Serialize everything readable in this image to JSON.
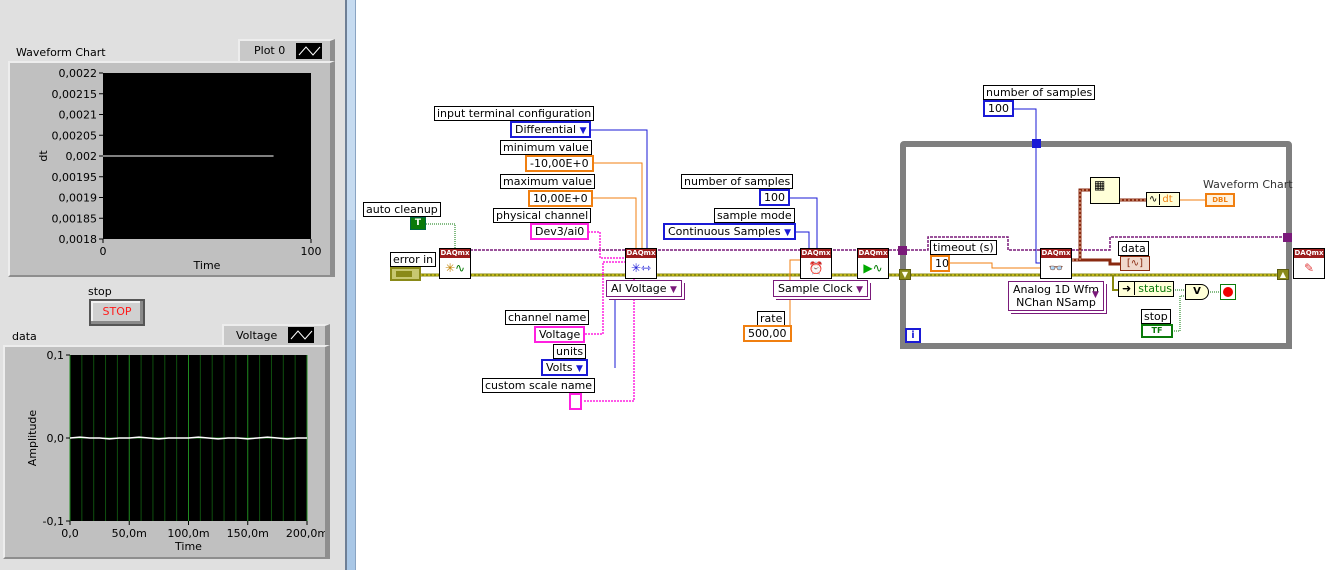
{
  "front_panel": {
    "waveform_chart": {
      "label": "Waveform Chart",
      "legend_label": "Plot 0",
      "chart_data": {
        "type": "line",
        "title": "Waveform Chart",
        "xlabel": "Time",
        "ylabel": "dt",
        "xlim": [
          0,
          100
        ],
        "ylim": [
          0.0018,
          0.0022
        ],
        "x_ticks": [
          "0",
          "100"
        ],
        "y_ticks": [
          "0,0022",
          "0,00215",
          "0,0021",
          "0,00205",
          "0,002",
          "0,00195",
          "0,0019",
          "0,00185",
          "0,0018"
        ],
        "series": [
          {
            "name": "Plot 0",
            "x": [
              0,
              82
            ],
            "values": [
              0.002,
              0.002
            ]
          }
        ],
        "legend": "top-right",
        "grid": false
      }
    },
    "stop_button": {
      "label": "stop",
      "text": "STOP",
      "color": "#ff1a1a"
    },
    "data_graph": {
      "label": "data",
      "legend_label": "Voltage",
      "chart_data": {
        "type": "line",
        "title": "data",
        "xlabel": "Time",
        "ylabel": "Amplitude",
        "xlim": [
          0,
          0.2
        ],
        "ylim": [
          -0.1,
          0.1
        ],
        "x_ticks": [
          "0,0",
          "50,0m",
          "100,0m",
          "150,0m",
          "200,0m"
        ],
        "y_ticks": [
          "0,1",
          "0,0",
          "-0,1"
        ],
        "series": [
          {
            "name": "Voltage",
            "values": [
              0.0,
              0.001,
              0.0,
              0.0,
              -0.001,
              0.0,
              0.0,
              0.001,
              0.0,
              -0.001,
              0.0,
              0.0,
              0.0,
              0.001,
              0.0,
              -0.001,
              0.0,
              0.0,
              -0.001,
              0.0,
              0.001,
              0.0,
              -0.001,
              0.0,
              0.0
            ]
          }
        ],
        "legend": "top-right",
        "grid": true
      }
    }
  },
  "block_diagram": {
    "auto_cleanup": {
      "label": "auto cleanup",
      "value": "T"
    },
    "error_in": {
      "label": "error in"
    },
    "input_terminal_configuration": {
      "label": "input terminal configuration",
      "value": "Differential"
    },
    "minimum_value": {
      "label": "minimum value",
      "value": "-10,00E+0"
    },
    "maximum_value": {
      "label": "maximum value",
      "value": "10,00E+0"
    },
    "physical_channel": {
      "label": "physical channel",
      "value": "Dev3/ai0"
    },
    "channel_name": {
      "label": "channel name",
      "value": "Voltage"
    },
    "units": {
      "label": "units",
      "value": "Volts"
    },
    "custom_scale_name": {
      "label": "custom scale name",
      "value": ""
    },
    "ai_voltage_selector": "AI Voltage",
    "timing": {
      "number_of_samples_label": "number of samples",
      "number_of_samples": "100",
      "sample_mode_label": "sample mode",
      "sample_mode": "Continuous Samples",
      "selector": "Sample Clock",
      "rate_label": "rate",
      "rate": "500,00"
    },
    "loop": {
      "number_of_samples_label": "number of samples",
      "number_of_samples": "100",
      "timeout_label": "timeout (s)",
      "timeout": "10",
      "read_selector_line1": "Analog 1D Wfm",
      "read_selector_line2": "NChan NSamp",
      "data_label": "data",
      "dt_label": "dt",
      "waveform_chart_label": "Waveform Chart",
      "dbl": "DBL",
      "status_label": "status",
      "stop_label": "stop",
      "stop_value": "TF",
      "iteration": "i",
      "or_symbol": "V"
    },
    "daqmx_header": "DAQmx"
  }
}
